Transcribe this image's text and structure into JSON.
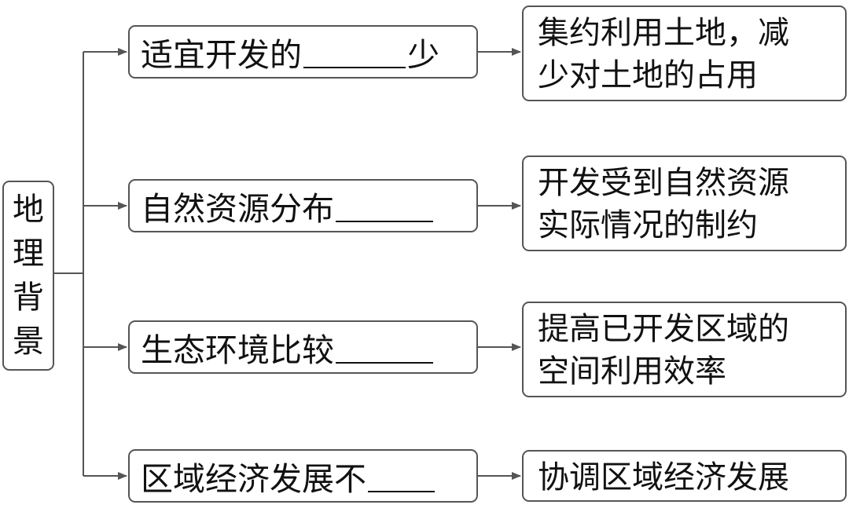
{
  "root": {
    "label": [
      "地",
      "理",
      "背",
      "景"
    ]
  },
  "rows": [
    {
      "pre": "适宜开发的",
      "post": "少",
      "blank": 130,
      "result": "集约利用土地，减\n少对土地的占用"
    },
    {
      "pre": "自然资源分布",
      "post": "",
      "blank": 124,
      "result": "开发受到自然资源\n实际情况的制约"
    },
    {
      "pre": "生态环境比较",
      "post": "",
      "blank": 124,
      "result": "提高已开发区域的\n空间利用效率"
    },
    {
      "pre": "区域经济发展不",
      "post": "",
      "blank": 85,
      "result": "协调区域经济发展"
    }
  ]
}
